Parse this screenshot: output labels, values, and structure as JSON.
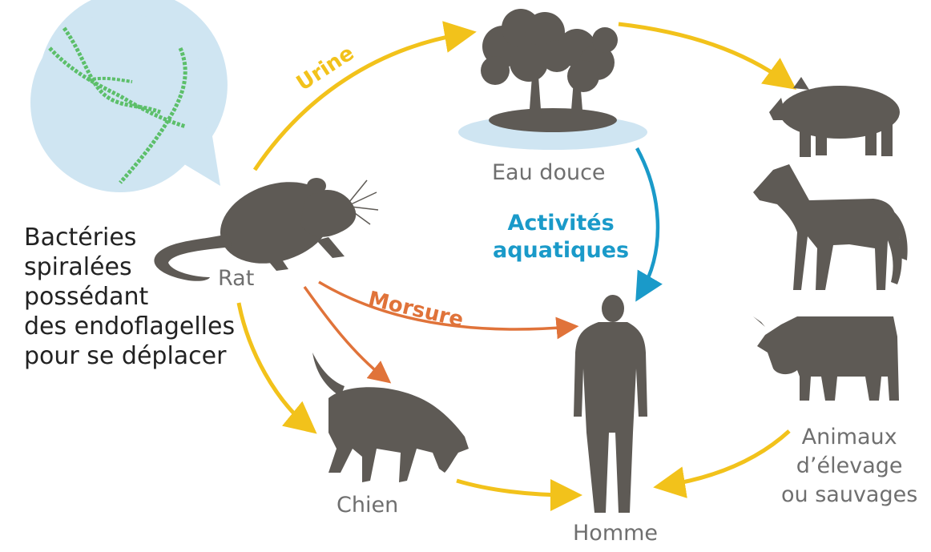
{
  "description": {
    "lines": [
      "Bactéries",
      "spiralées",
      "possédant",
      "des endoflagelles",
      "pour se déplacer"
    ]
  },
  "nodes": {
    "rat": "Rat",
    "water": "Eau douce",
    "dog": "Chien",
    "human": "Homme",
    "livestock": [
      "Animaux",
      "d’élevage",
      "ou sauvages"
    ]
  },
  "edges": {
    "urine": "Urine",
    "bite": "Morsure",
    "aquatic": [
      "Activités",
      "aquatiques"
    ]
  },
  "colors": {
    "yellow_arrow": "#f2c21b",
    "orange_arrow": "#e0733a",
    "blue_arrow": "#1a9ac9",
    "silhouette": "#5e5a55",
    "bubble": "#cfe5f2",
    "bacteria": "#5cbf6a"
  },
  "icons": [
    "bacteria-bubble-icon",
    "rat-icon",
    "trees-island-icon",
    "pig-icon",
    "horse-icon",
    "cow-icon",
    "dog-icon",
    "human-icon"
  ]
}
